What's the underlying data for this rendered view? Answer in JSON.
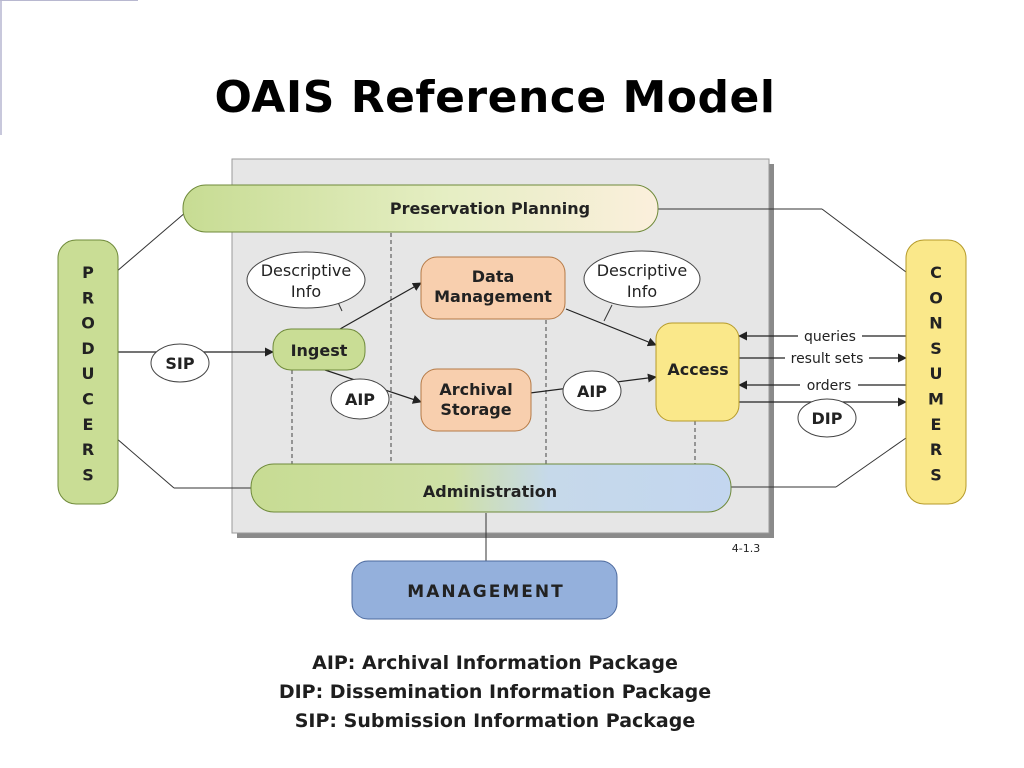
{
  "title": "OAIS Reference Model",
  "diagram": {
    "producers_label": "PRODUCERS",
    "consumers_label": "CONSUMERS",
    "preservation_planning": "Preservation Planning",
    "administration": "Administration",
    "management": "MANAGEMENT",
    "descriptive_info_left": [
      "Descriptive",
      "Info"
    ],
    "descriptive_info_right": [
      "Descriptive",
      "Info"
    ],
    "data_management": [
      "Data",
      "Management"
    ],
    "archival_storage": [
      "Archival",
      "Storage"
    ],
    "ingest": "Ingest",
    "access": "Access",
    "sip_tag": "SIP",
    "aip_tag_left": "AIP",
    "aip_tag_right": "AIP",
    "dip_tag": "DIP",
    "queries": "queries",
    "result_sets": "result sets",
    "orders": "orders",
    "figure_id": "4-1.3"
  },
  "legend": {
    "aip": "AIP: Archival Information Package",
    "dip": "DIP: Dissemination Information Package",
    "sip": "SIP: Submission Information Package"
  },
  "colors": {
    "green_box": "#c9dd95",
    "salmon_box": "#f8cfae",
    "yellow_box": "#fae88a",
    "management_box": "#94b0dc",
    "administration_blue": "#c3d6ef",
    "panel_gray": "#e6e6e6"
  }
}
